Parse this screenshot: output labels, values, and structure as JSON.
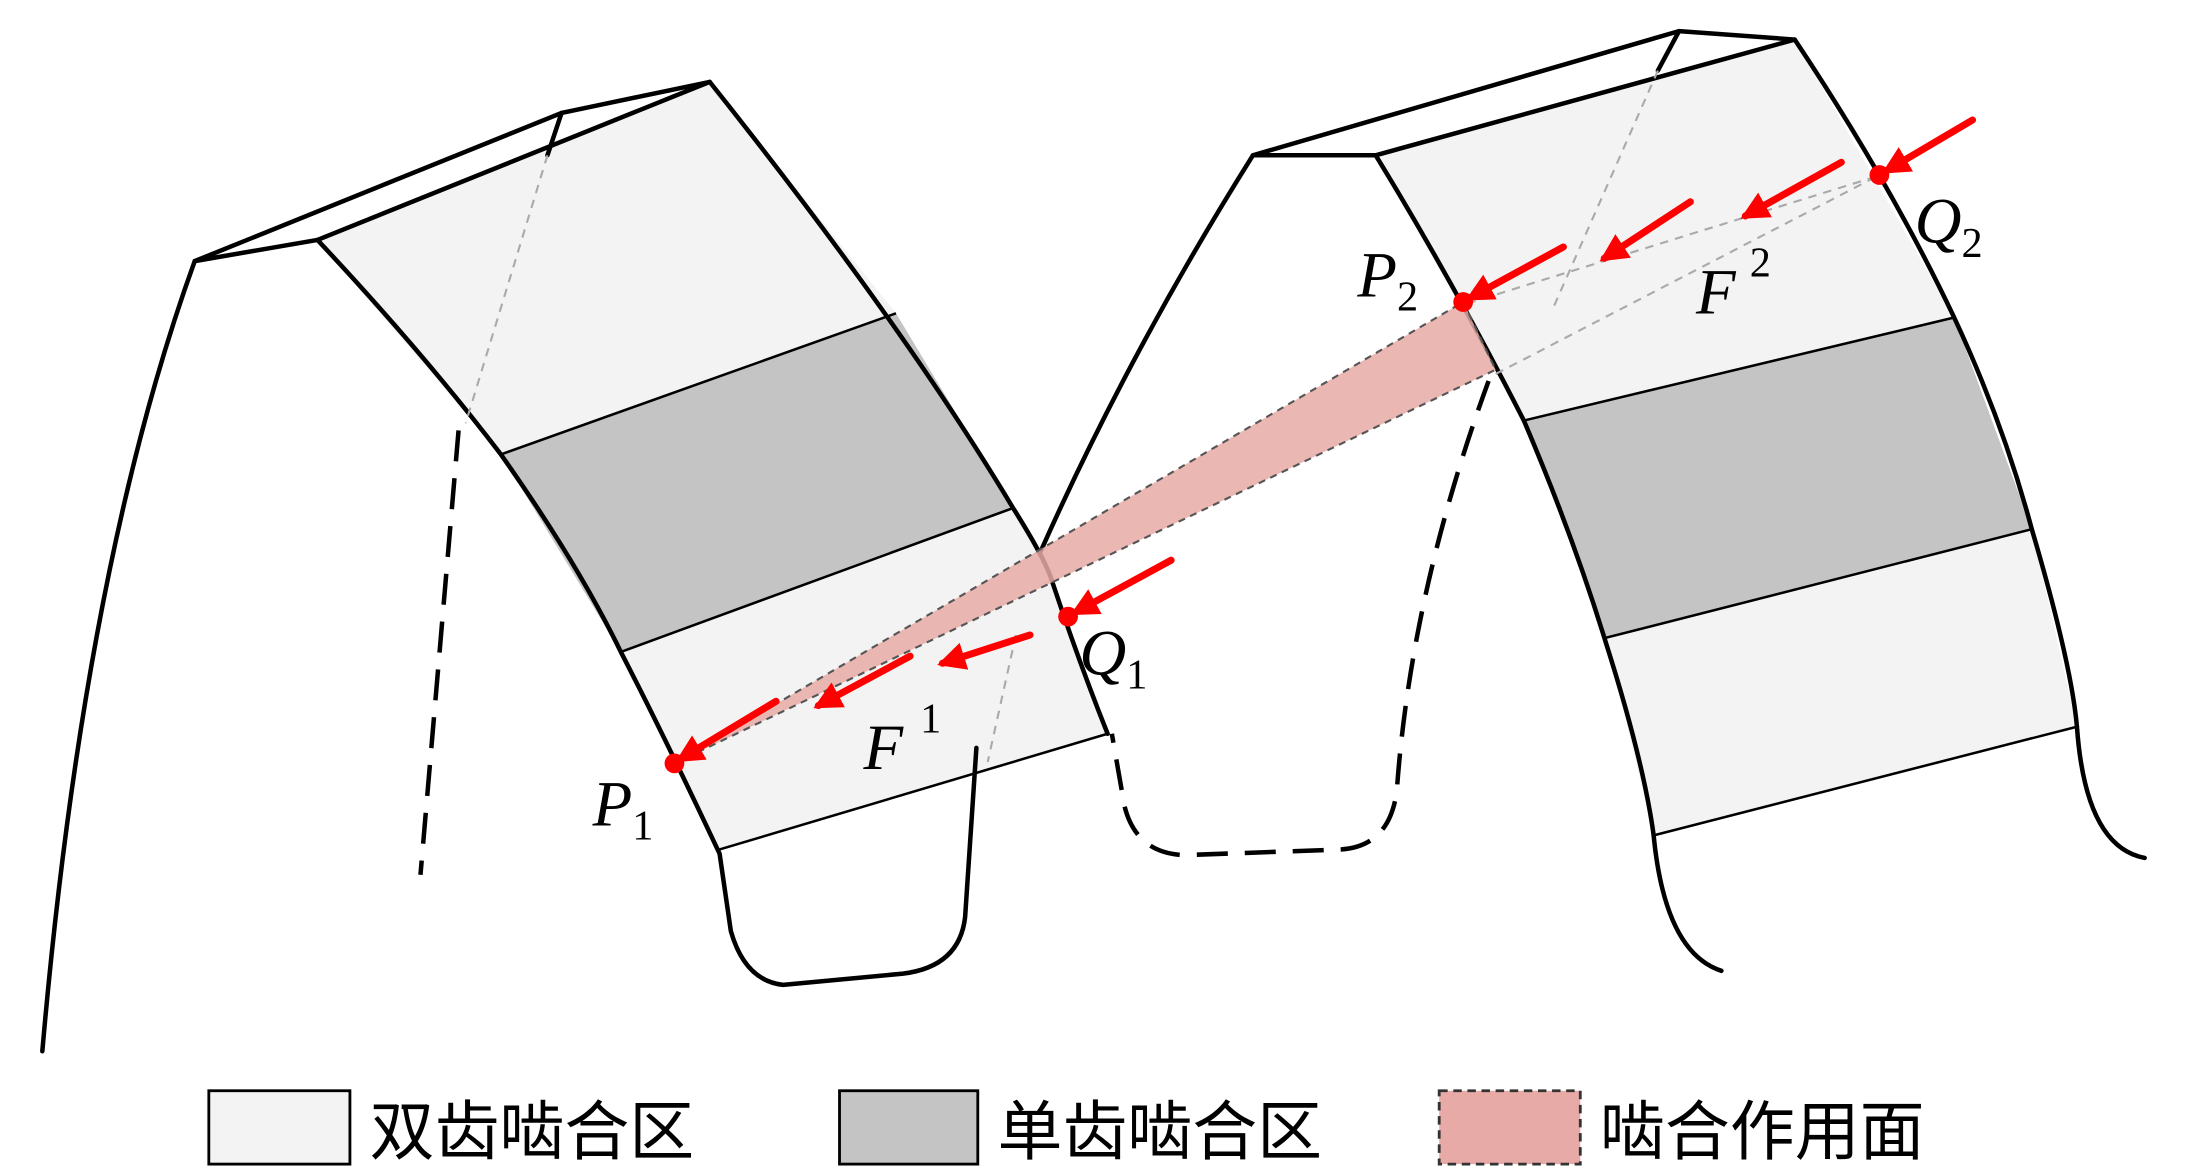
{
  "labels": {
    "p1": {
      "main": "P",
      "sub": "1"
    },
    "q1": {
      "main": "Q",
      "sub": "1"
    },
    "f1": {
      "main": "F",
      "sup": "1"
    },
    "p2": {
      "main": "P",
      "sub": "2"
    },
    "q2": {
      "main": "Q",
      "sub": "2"
    },
    "f2": {
      "main": "F",
      "sup": "2"
    }
  },
  "legend": [
    {
      "label": "双齿啮合区",
      "color": "#f3f3f3"
    },
    {
      "label": "单齿啮合区",
      "color": "#c4c4c4"
    },
    {
      "label": "啮合作用面",
      "color": "#e7aaa6"
    }
  ],
  "colors": {
    "force": "#ff0000",
    "outline": "#000000"
  }
}
